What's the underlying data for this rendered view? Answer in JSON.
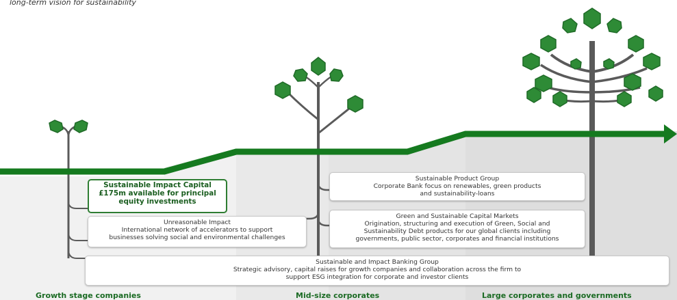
{
  "heading": "long-term vision for sustainability",
  "colors": {
    "growth_arrow": "#157a1f",
    "leaf": "#2e8b36",
    "leaf_edge": "#1f6a27",
    "stem": "#5a5a5a"
  },
  "boxes": {
    "impact_capital": {
      "title": "Sustainable Impact Capital",
      "line1": "£175m available for principal",
      "line2": "equity investments"
    },
    "unreasonable": {
      "title": "Unreasonable Impact",
      "line1": "International network of accelerators to support",
      "line2": "businesses solving social and environmental challenges"
    },
    "product_group": {
      "title": "Sustainable Product Group",
      "line1": "Corporate Bank focus on renewables, green products",
      "line2": "and sustainability-loans"
    },
    "capital_markets": {
      "title": "Green and Sustainable Capital Markets",
      "line1": "Origination, structuring and execution of Green, Social and",
      "line2": "Sustainability Debt products for our global clients including",
      "line3": "governments, public sector, corporates and financial institutions"
    },
    "banking_group": {
      "title": "Sustainable and Impact Banking Group",
      "line1": "Strategic advisory, capital raises for growth companies and collaboration across the firm to",
      "line2": "support ESG integration for corporate and investor clients"
    }
  },
  "segments": [
    "Growth stage companies",
    "Mid-size corporates",
    "Large corporates and governments"
  ]
}
